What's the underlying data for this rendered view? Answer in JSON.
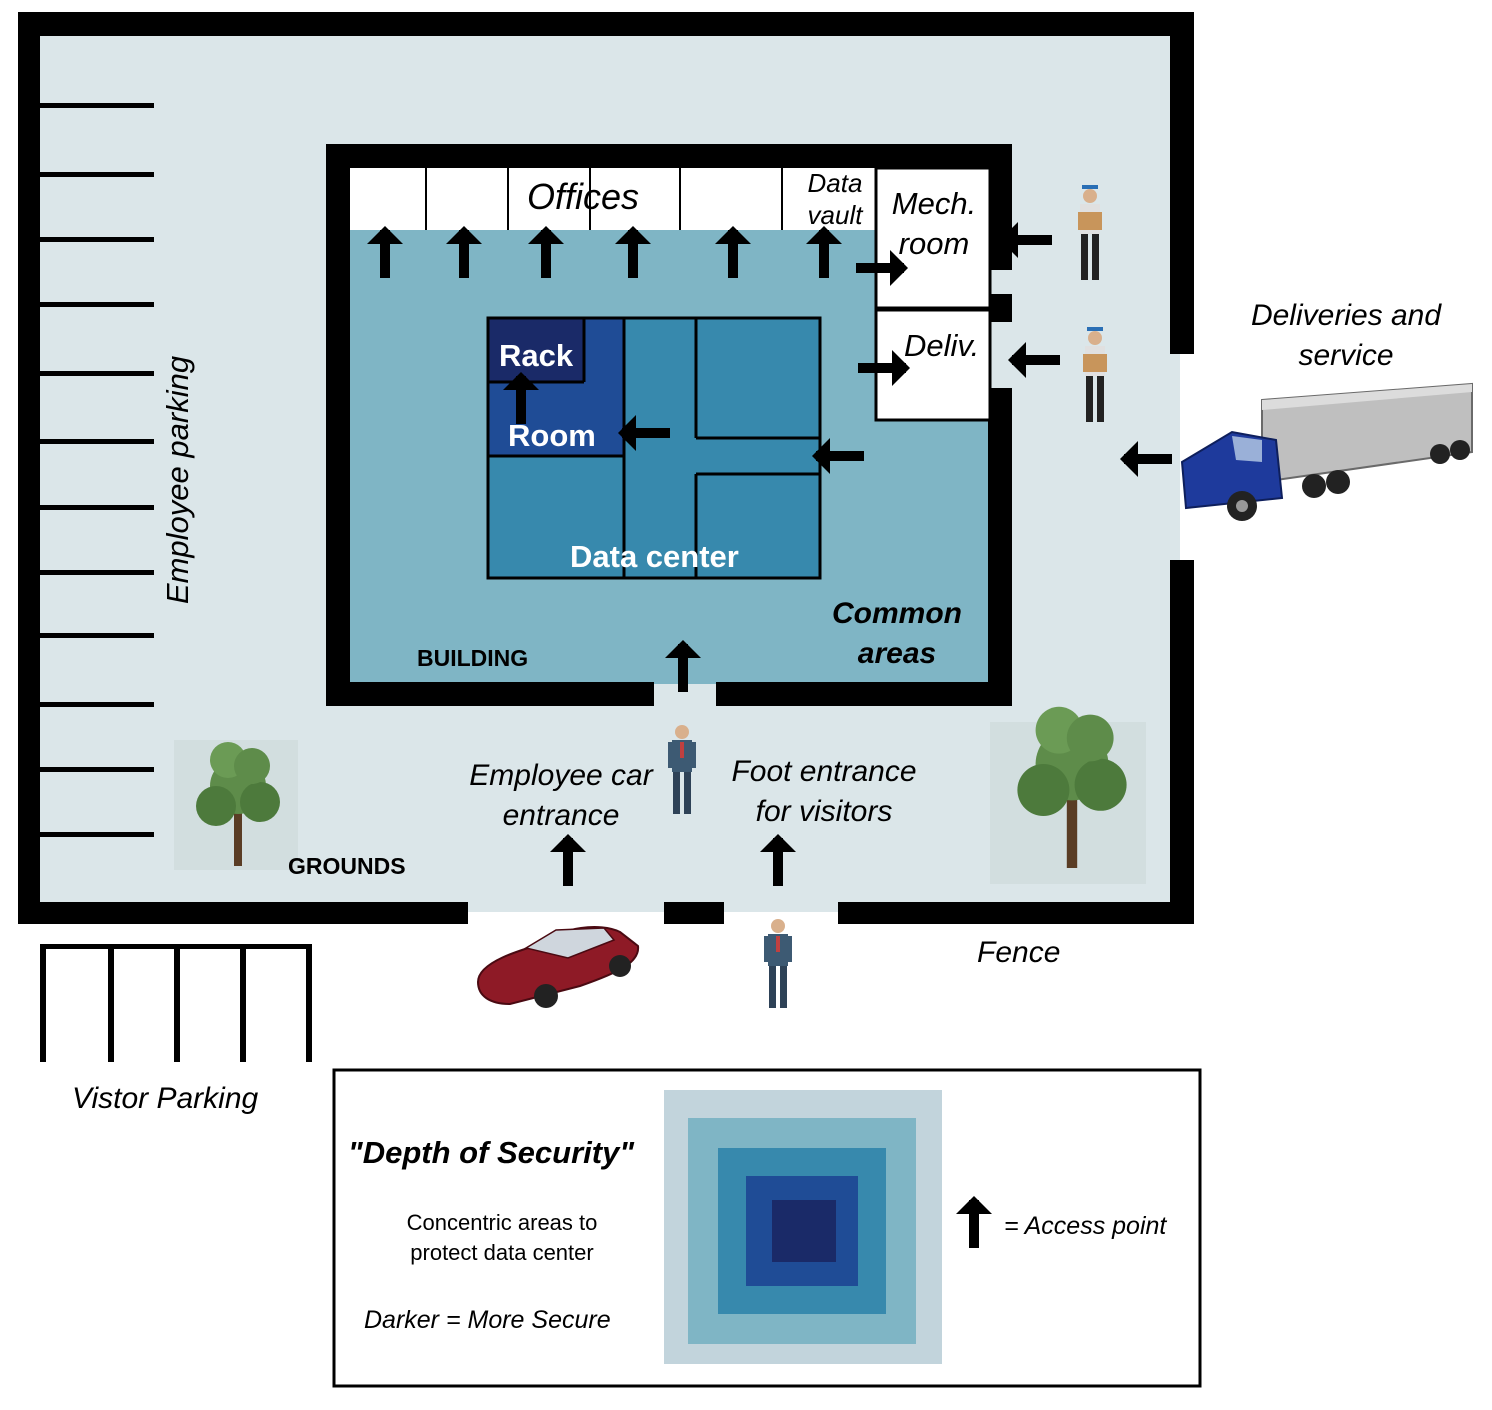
{
  "colors": {
    "grounds": "#dbe6e9",
    "common_areas": "#7fb5c5",
    "data_center": "#3789ad",
    "room": "#1f4c96",
    "rack": "#1a2a68",
    "legend_outer": "#c2d4dc",
    "wall": "#000000"
  },
  "labels": {
    "offices": "Offices",
    "data_vault": "Data vault",
    "mech_room": "Mech. room",
    "deliv": "Deliv.",
    "deliveries_service": "Deliveries and service",
    "employee_parking": "Employee parking",
    "rack": "Rack",
    "room": "Room",
    "data_center": "Data center",
    "common_areas": "Common areas",
    "building": "BUILDING",
    "grounds": "GROUNDS",
    "employee_car_entrance": "Employee car entrance",
    "foot_entrance": "Foot entrance for visitors",
    "fence": "Fence",
    "visitor_parking": "Vistor Parking"
  },
  "legend": {
    "title": "\"Depth of Security\"",
    "description": "Concentric areas to protect data center",
    "darker_note": "Darker = More Secure",
    "access_point": "= Access point"
  },
  "icons": [
    "delivery-person-icon",
    "truck-icon",
    "car-icon",
    "visitor-person-icon",
    "employee-person-icon",
    "tree-icon",
    "access-arrow-icon"
  ]
}
